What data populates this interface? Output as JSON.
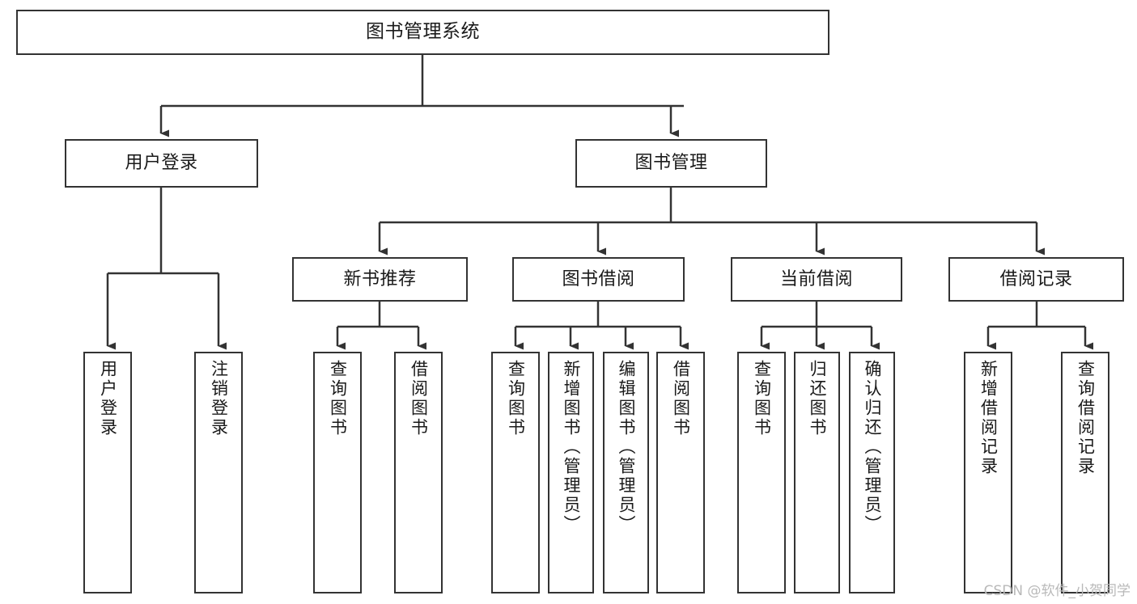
{
  "diagram": {
    "title": "图书管理系统",
    "watermark": "CSDN @软件_小贺同学",
    "stroke_color": "#333333",
    "background_color": "#ffffff",
    "text_color": "#1a1a1a",
    "watermark_color": "#b9b9b9"
  },
  "nodes": {
    "root": {
      "label": "图书管理系统"
    },
    "level2": [
      {
        "label": "用户登录"
      },
      {
        "label": "图书管理"
      }
    ],
    "level3": [
      {
        "label": "新书推荐"
      },
      {
        "label": "图书借阅"
      },
      {
        "label": "当前借阅"
      },
      {
        "label": "借阅记录"
      }
    ],
    "leaves": {
      "user_login": [
        {
          "label": "用户登录"
        },
        {
          "label": "注销登录"
        }
      ],
      "new_book_recommend": [
        {
          "label": "查询图书"
        },
        {
          "label": "借阅图书"
        }
      ],
      "book_borrow": [
        {
          "label": "查询图书"
        },
        {
          "label": "新增图书（管理员）"
        },
        {
          "label": "编辑图书（管理员）"
        },
        {
          "label": "借阅图书"
        }
      ],
      "current_borrow": [
        {
          "label": "查询图书"
        },
        {
          "label": "归还图书"
        },
        {
          "label": "确认归还（管理员）"
        }
      ],
      "borrow_record": [
        {
          "label": "新增借阅记录"
        },
        {
          "label": "查询借阅记录"
        }
      ]
    }
  }
}
